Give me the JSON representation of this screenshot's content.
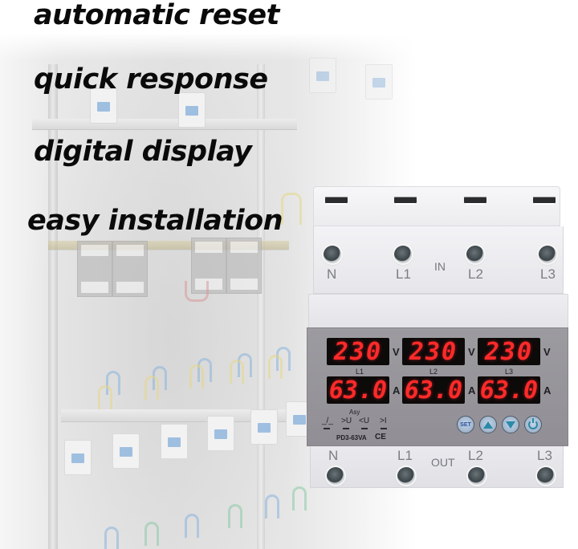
{
  "features": [
    {
      "label": "automatic reset"
    },
    {
      "label": "quick response"
    },
    {
      "label": "digital display"
    },
    {
      "label": "easy installation"
    }
  ],
  "device": {
    "model": "PD3-63VA",
    "certification": "CE",
    "input_label": "IN",
    "output_label": "OUT",
    "input_terminals": [
      "N",
      "L1",
      "L2",
      "L3"
    ],
    "output_terminals": [
      "N",
      "L1",
      "L2",
      "L3"
    ],
    "phases": [
      {
        "name": "L1",
        "voltage": "230",
        "voltage_unit": "V",
        "current": "63.0",
        "current_unit": "A"
      },
      {
        "name": "L2",
        "voltage": "230",
        "voltage_unit": "V",
        "current": "63.0",
        "current_unit": "A"
      },
      {
        "name": "L3",
        "voltage": "230",
        "voltage_unit": "V",
        "current": "63.0",
        "current_unit": "A"
      }
    ],
    "indicators": {
      "group_label": "Asy",
      "items": [
        "_/_",
        ">U",
        "<U",
        ">I"
      ]
    },
    "buttons": {
      "set": "SET",
      "up": "up-icon",
      "down": "down-icon",
      "power": "power-icon"
    },
    "colors": {
      "display_digits": "#ff2a2a",
      "panel": "#9a999e",
      "button_icon": "#2a8aa8"
    }
  }
}
